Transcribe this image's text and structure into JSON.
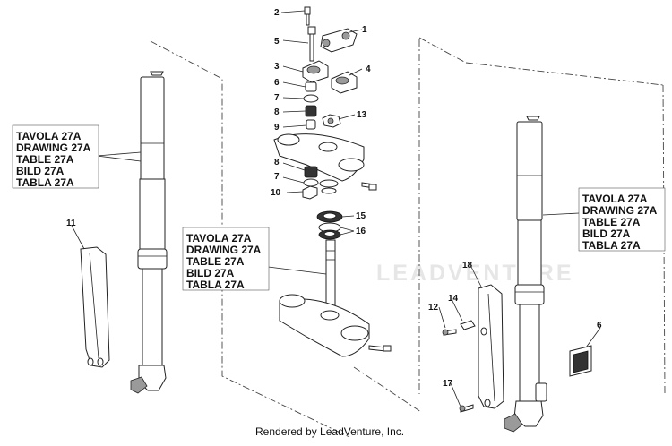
{
  "diagram": {
    "left_fork_callout": [
      "TAVOLA 27A",
      "DRAWING 27A",
      "TABLE 27A",
      "BILD 27A",
      "TABLA 27A"
    ],
    "center_callout": [
      "TAVOLA 27A",
      "DRAWING 27A",
      "TABLE 27A",
      "BILD 27A",
      "TABLA 27A"
    ],
    "right_fork_callout": [
      "TAVOLA 27A",
      "DRAWING 27A",
      "TABLE 27A",
      "BILD 27A",
      "TABLA 27A"
    ],
    "part_numbers": {
      "p1": "1",
      "p2": "2",
      "p3": "3",
      "p4": "4",
      "p5": "5",
      "p6a": "6",
      "p6b": "6",
      "p7a": "7",
      "p7b": "7",
      "p8a": "8",
      "p8b": "8",
      "p9": "9",
      "p10": "10",
      "p11": "11",
      "p12": "12",
      "p13": "13",
      "p14": "14",
      "p15": "15",
      "p16": "16",
      "p17": "17",
      "p18": "18"
    },
    "watermark": "LEADVENTURE",
    "footer": "Rendered by LeadVenture, Inc."
  }
}
